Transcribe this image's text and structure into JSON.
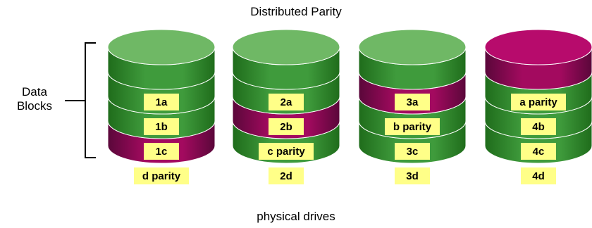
{
  "title": "Distributed Parity",
  "footer": "physical drives",
  "side_label": {
    "line1": "Data",
    "line2": "Blocks"
  },
  "colors": {
    "data_top": "#6fb865",
    "data_side_light": "#3f9b3c",
    "data_side_dark": "#1f6c1b",
    "parity_top": "#b70b6c",
    "parity_side_light": "#a30a5f",
    "parity_side_dark": "#5a073a",
    "label_bg": "#ffff88",
    "bracket": "#000000"
  },
  "drives": [
    {
      "top": "data",
      "blocks": [
        {
          "label": "1a",
          "type": "data"
        },
        {
          "label": "1b",
          "type": "data"
        },
        {
          "label": "1c",
          "type": "data"
        },
        {
          "label": "d parity",
          "type": "parity"
        }
      ]
    },
    {
      "top": "data",
      "blocks": [
        {
          "label": "2a",
          "type": "data"
        },
        {
          "label": "2b",
          "type": "data"
        },
        {
          "label": "c parity",
          "type": "parity"
        },
        {
          "label": "2d",
          "type": "data"
        }
      ]
    },
    {
      "top": "data",
      "blocks": [
        {
          "label": "3a",
          "type": "data"
        },
        {
          "label": "b parity",
          "type": "parity"
        },
        {
          "label": "3c",
          "type": "data"
        },
        {
          "label": "3d",
          "type": "data"
        }
      ]
    },
    {
      "top": "parity",
      "blocks": [
        {
          "label": "a parity",
          "type": "parity"
        },
        {
          "label": "4b",
          "type": "data"
        },
        {
          "label": "4c",
          "type": "data"
        },
        {
          "label": "4d",
          "type": "data"
        }
      ]
    }
  ]
}
